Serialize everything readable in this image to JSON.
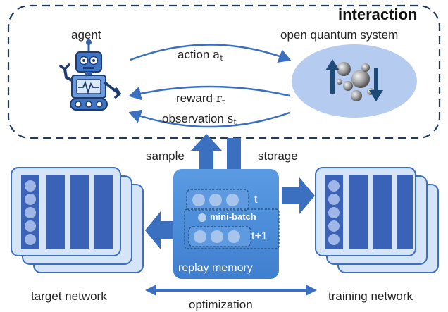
{
  "interaction": {
    "title": "interaction",
    "agent_label": "agent",
    "system_label": "open quantum system",
    "action": {
      "text": "action ",
      "var": "a",
      "sub": "t"
    },
    "reward": {
      "text": "reward ",
      "var": "r",
      "sub": "t"
    },
    "observation": {
      "text": "observation ",
      "var": "s",
      "sub": "t"
    }
  },
  "memory": {
    "sample_label": "sample",
    "storage_label": "storage",
    "t_label": "t",
    "t1_label": "t+1",
    "minibatch_label": "mini-batch",
    "replay_label": "replay memory"
  },
  "networks": {
    "target_label": "target network",
    "training_label": "training network",
    "optimization_label": "optimization"
  },
  "colors": {
    "accent_blue": "#3b6fc0",
    "memory_fill": "#4a8bd8",
    "panel_bg": "#d6e4f7",
    "dark_column": "#3a63b8",
    "node_fill": "#9fb6e6",
    "quantum_circle": "#b5cbef",
    "arrow_dark": "#1e4a78"
  }
}
